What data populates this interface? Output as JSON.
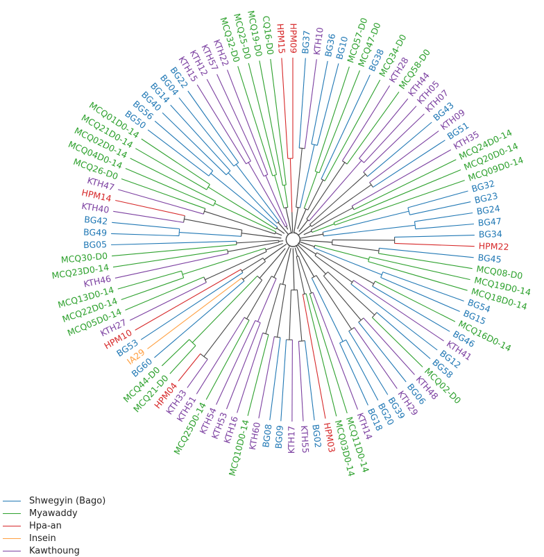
{
  "populations": [
    {
      "name": "Shwegyin (Bago)",
      "color": "#1f77b4"
    },
    {
      "name": "Myawaddy",
      "color": "#2ca02c"
    },
    {
      "name": "Hpa-an",
      "color": "#d62728"
    },
    {
      "name": "Insein",
      "color": "#ff9f40"
    },
    {
      "name": "Kawthoung",
      "color": "#7b3fa0"
    }
  ],
  "tree_color": "#444444",
  "leaves": [
    {
      "label": "BG37",
      "pop": 0
    },
    {
      "label": "KTH10",
      "pop": 4
    },
    {
      "label": "BG36",
      "pop": 0
    },
    {
      "label": "BG10",
      "pop": 0
    },
    {
      "label": "MCQ57-D0",
      "pop": 1
    },
    {
      "label": "MCQ47-D0",
      "pop": 1
    },
    {
      "label": "BG38",
      "pop": 0
    },
    {
      "label": "MCQ34-D0",
      "pop": 1
    },
    {
      "label": "KTH28",
      "pop": 4
    },
    {
      "label": "MCQ58-D0",
      "pop": 1
    },
    {
      "label": "KTH44",
      "pop": 4
    },
    {
      "label": "KTH05",
      "pop": 4
    },
    {
      "label": "KTH07",
      "pop": 4
    },
    {
      "label": "BG43",
      "pop": 0
    },
    {
      "label": "KTH09",
      "pop": 4
    },
    {
      "label": "BG51",
      "pop": 0
    },
    {
      "label": "KTH35",
      "pop": 4
    },
    {
      "label": "MCQ24D0-14",
      "pop": 1
    },
    {
      "label": "MCQ20D0-14",
      "pop": 1
    },
    {
      "label": "MCQ09D0-14",
      "pop": 1
    },
    {
      "label": "BG32",
      "pop": 0
    },
    {
      "label": "BG23",
      "pop": 0
    },
    {
      "label": "BG24",
      "pop": 0
    },
    {
      "label": "BG47",
      "pop": 0
    },
    {
      "label": "BG34",
      "pop": 0
    },
    {
      "label": "HPM22",
      "pop": 2
    },
    {
      "label": "BG45",
      "pop": 0
    },
    {
      "label": "MCQ08-D0",
      "pop": 1
    },
    {
      "label": "MCQ19D0-14",
      "pop": 1
    },
    {
      "label": "MCQ18D0-14",
      "pop": 1
    },
    {
      "label": "BG54",
      "pop": 0
    },
    {
      "label": "BG15",
      "pop": 0
    },
    {
      "label": "MCQ16D0-14",
      "pop": 1
    },
    {
      "label": "BG46",
      "pop": 0
    },
    {
      "label": "KTH41",
      "pop": 4
    },
    {
      "label": "BG12",
      "pop": 0
    },
    {
      "label": "BG58",
      "pop": 0
    },
    {
      "label": "MCQ02-D0",
      "pop": 1
    },
    {
      "label": "KTH48",
      "pop": 4
    },
    {
      "label": "BG06",
      "pop": 0
    },
    {
      "label": "KTH29",
      "pop": 4
    },
    {
      "label": "BG39",
      "pop": 0
    },
    {
      "label": "BG20",
      "pop": 0
    },
    {
      "label": "BG18",
      "pop": 0
    },
    {
      "label": "KTH14",
      "pop": 4
    },
    {
      "label": "MCQ11D0-14",
      "pop": 1
    },
    {
      "label": "MCQ03D0-14",
      "pop": 1
    },
    {
      "label": "HPM03",
      "pop": 2
    },
    {
      "label": "BG02",
      "pop": 0
    },
    {
      "label": "KTH55",
      "pop": 4
    },
    {
      "label": "KTH17",
      "pop": 4
    },
    {
      "label": "BG09",
      "pop": 0
    },
    {
      "label": "BG08",
      "pop": 0
    },
    {
      "label": "KTH60",
      "pop": 4
    },
    {
      "label": "MCQ10D0-14",
      "pop": 1
    },
    {
      "label": "KTH16",
      "pop": 4
    },
    {
      "label": "KTH53",
      "pop": 4
    },
    {
      "label": "KTH54",
      "pop": 4
    },
    {
      "label": "MCQ25D0-14",
      "pop": 1
    },
    {
      "label": "KTH51",
      "pop": 4
    },
    {
      "label": "KTH33",
      "pop": 4
    },
    {
      "label": "HPM04",
      "pop": 2
    },
    {
      "label": "MCQ21-D0",
      "pop": 1
    },
    {
      "label": "MCQ44-D0",
      "pop": 1
    },
    {
      "label": "BG60",
      "pop": 0
    },
    {
      "label": "IA29",
      "pop": 3
    },
    {
      "label": "BG53",
      "pop": 0
    },
    {
      "label": "HPM10",
      "pop": 2
    },
    {
      "label": "KTH27",
      "pop": 4
    },
    {
      "label": "MCQ05D0-14",
      "pop": 1
    },
    {
      "label": "MCQ22D0-14",
      "pop": 1
    },
    {
      "label": "MCQ13D0-14",
      "pop": 1
    },
    {
      "label": "KTH46",
      "pop": 4
    },
    {
      "label": "MCQ23D0-14",
      "pop": 1
    },
    {
      "label": "MCQ30-D0",
      "pop": 1
    },
    {
      "label": "BG05",
      "pop": 0
    },
    {
      "label": "BG49",
      "pop": 0
    },
    {
      "label": "BG42",
      "pop": 0
    },
    {
      "label": "KTH40",
      "pop": 4
    },
    {
      "label": "HPM14",
      "pop": 2
    },
    {
      "label": "KTH47",
      "pop": 4
    },
    {
      "label": "MCQ26-D0",
      "pop": 1
    },
    {
      "label": "MCQ04D0-14",
      "pop": 1
    },
    {
      "label": "MCQ02D0-14",
      "pop": 1
    },
    {
      "label": "MCQ21D0-14",
      "pop": 1
    },
    {
      "label": "MCQ01D0-14",
      "pop": 1
    },
    {
      "label": "BG50",
      "pop": 0
    },
    {
      "label": "BG56",
      "pop": 0
    },
    {
      "label": "BG40",
      "pop": 0
    },
    {
      "label": "BG14",
      "pop": 0
    },
    {
      "label": "BG04",
      "pop": 0
    },
    {
      "label": "BG22",
      "pop": 0
    },
    {
      "label": "KTH15",
      "pop": 4
    },
    {
      "label": "KTH12",
      "pop": 4
    },
    {
      "label": "KTH57",
      "pop": 4
    },
    {
      "label": "KTH22",
      "pop": 4
    },
    {
      "label": "MCQ32-D0",
      "pop": 1
    },
    {
      "label": "MCQ25-D0",
      "pop": 1
    },
    {
      "label": "MCQ19-D0",
      "pop": 1
    },
    {
      "label": "CQ16-D0",
      "pop": 1
    },
    {
      "label": "HPM15",
      "pop": 2
    },
    {
      "label": "HPM09",
      "pop": 2
    }
  ]
}
